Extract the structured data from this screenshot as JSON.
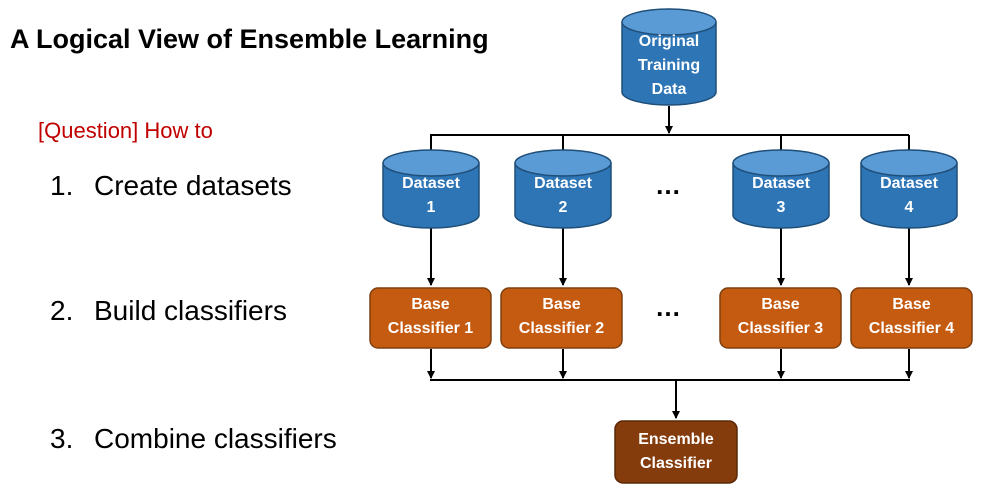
{
  "title": "A Logical View of Ensemble Learning",
  "question": "[Question] How to",
  "steps": [
    {
      "num": "1.",
      "text": "Create datasets"
    },
    {
      "num": "2.",
      "text": "Build classifiers"
    },
    {
      "num": "3.",
      "text": "Combine classifiers"
    }
  ],
  "original_data": {
    "label": "Original\nTraining\nData"
  },
  "datasets": [
    {
      "label": "Dataset\n1"
    },
    {
      "label": "Dataset\n2"
    },
    {
      "label": "Dataset\n3"
    },
    {
      "label": "Dataset\n4"
    }
  ],
  "classifiers": [
    {
      "label": "Base\nClassifier 1"
    },
    {
      "label": "Base\nClassifier 2"
    },
    {
      "label": "Base\nClassifier 3"
    },
    {
      "label": "Base\nClassifier 4"
    }
  ],
  "ensemble": {
    "label": "Ensemble\nClassifier"
  },
  "ellipsis": "…",
  "colors": {
    "cylinder": "#2e75b6",
    "cylinder_top": "#5b9bd5",
    "cylinder_border": "#1f4e79",
    "classifier": "#c55a11",
    "ensemble": "#843c0c",
    "box_border": "#7f3f0f",
    "question": "#c00000"
  }
}
